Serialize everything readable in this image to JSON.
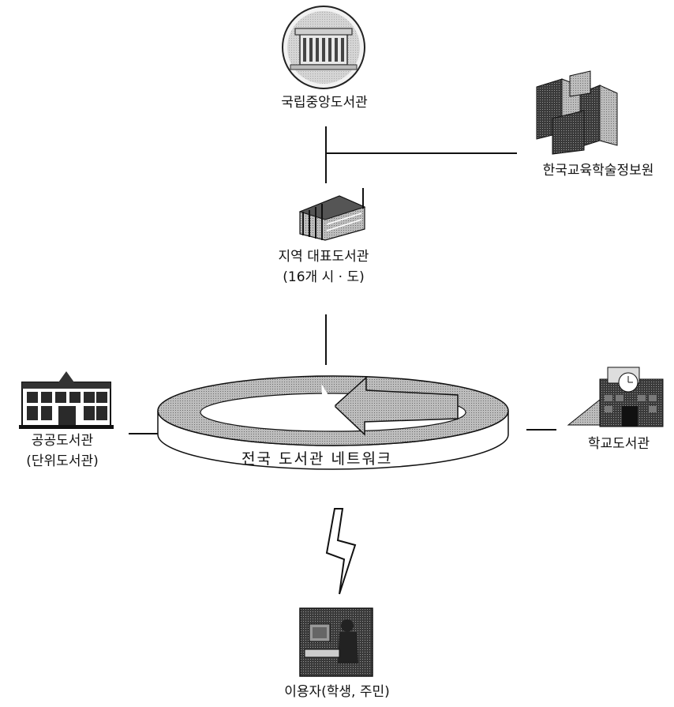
{
  "nodes": {
    "national": {
      "name": "국립중앙도서관"
    },
    "keris": {
      "name": "한국교육학술정보원"
    },
    "regional": {
      "name": "지역 대표도서관",
      "sub": "(16개 시 · 도)"
    },
    "public": {
      "name": "공공도서관",
      "sub": "(단위도서관)"
    },
    "school": {
      "name": "학교도서관"
    },
    "users": {
      "name": "이용자(학생, 주민)"
    }
  },
  "network": {
    "label": "전국 도서관 네트워크"
  },
  "colors": {
    "line": "#111111",
    "fill_dark": "#2a2a2a",
    "ring_top": "#9a9a9a",
    "ring_side": "#ffffff"
  }
}
